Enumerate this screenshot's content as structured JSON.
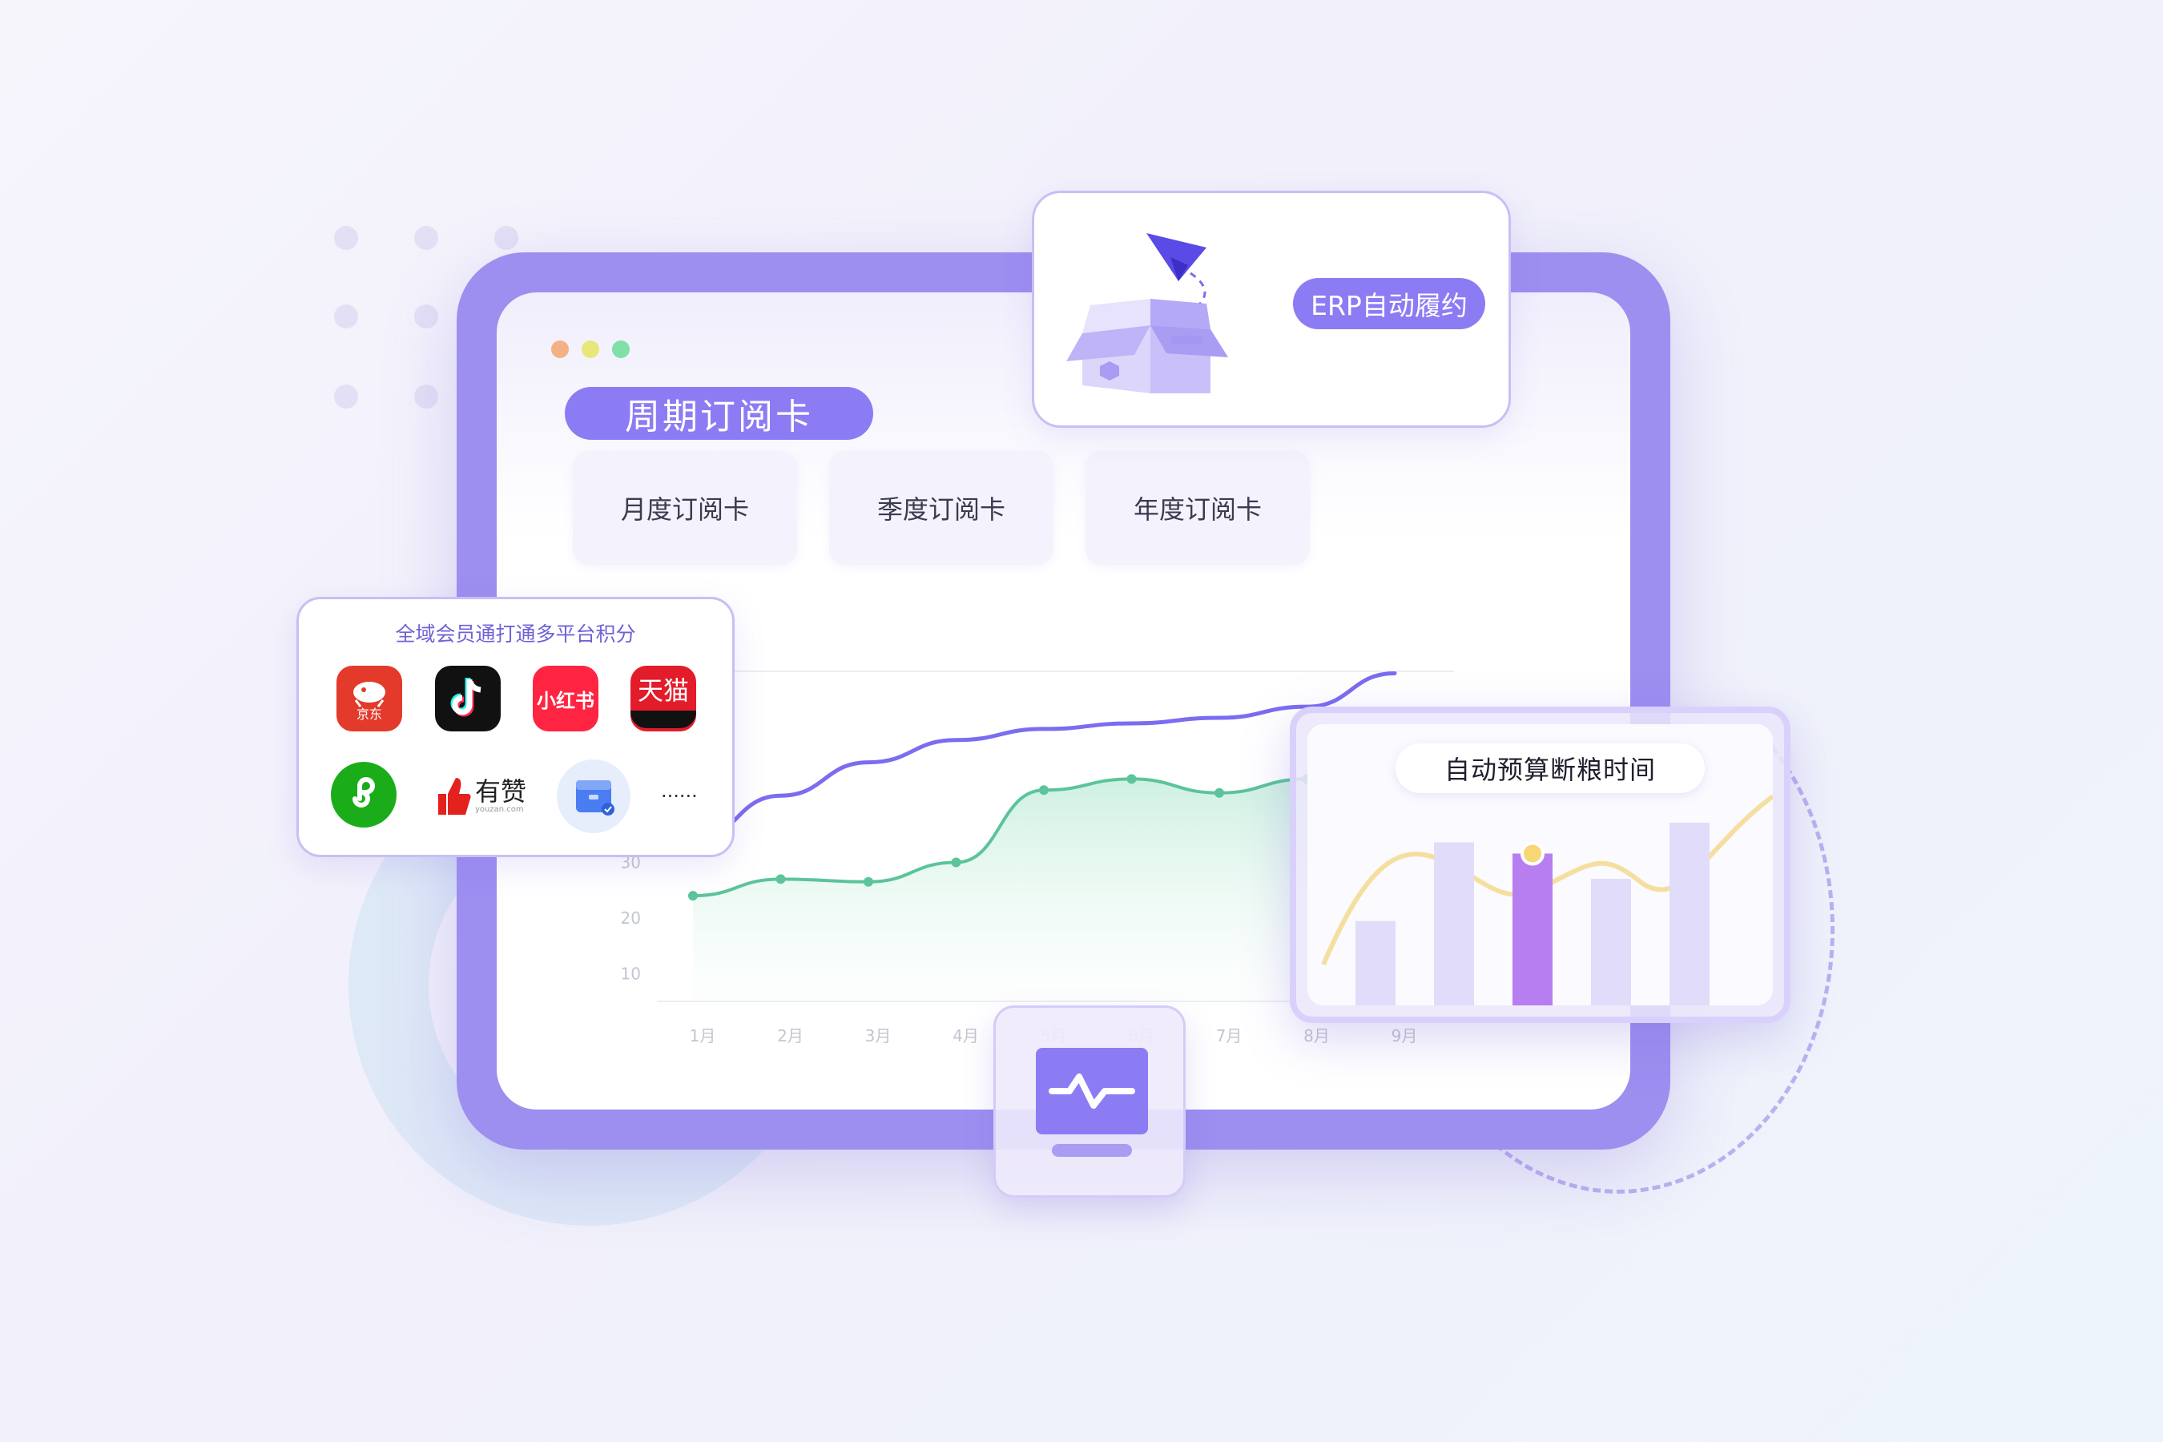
{
  "subscription": {
    "title": "周期订阅卡",
    "options": [
      {
        "label": "月度订阅卡"
      },
      {
        "label": "季度订阅卡"
      },
      {
        "label": "年度订阅卡"
      }
    ]
  },
  "erp": {
    "label": "ERP自动履约",
    "icon": "package-box-icon",
    "accent": "#8b7cf4"
  },
  "member": {
    "title": "全域会员通打通多平台积分",
    "platforms": [
      {
        "name": "京东",
        "icon": "jd-app-icon",
        "color": "#e33a2b"
      },
      {
        "name": "",
        "icon": "tiktok-app-icon",
        "color": "#111111"
      },
      {
        "name": "小红书",
        "icon": "xiaohongshu-app-icon",
        "color": "#ff2442"
      },
      {
        "name": "天猫",
        "icon": "tmall-app-icon",
        "color": "#e21c2a"
      },
      {
        "name": "",
        "icon": "mini-program-icon",
        "color": "#1aad19"
      },
      {
        "name": "有赞",
        "sub": "youzan.com",
        "icon": "youzan-logo-icon",
        "color": "#e3211d"
      },
      {
        "name": "",
        "icon": "store-box-icon",
        "color": "#4a7df2"
      }
    ],
    "more": "......"
  },
  "budget": {
    "label": "自动预算断粮时间"
  },
  "chart_data": {
    "type": "line",
    "categories": [
      "1月",
      "2月",
      "3月",
      "4月",
      "5月",
      "6月",
      "7月",
      "8月",
      "9月"
    ],
    "yticks": [
      10,
      20,
      30
    ],
    "series": [
      {
        "values": [
          24,
          27,
          26.5,
          30,
          43,
          45,
          42.5,
          45,
          47
        ],
        "color": "#5bc49a"
      },
      {
        "values": [
          34,
          42,
          48,
          52,
          54,
          55,
          56,
          58,
          64
        ],
        "color": "#7b6cf0"
      }
    ],
    "ylim": [
      5,
      72
    ]
  },
  "budget_chart": {
    "type": "bar",
    "values": [
      0.3,
      0.58,
      0.54,
      0.45,
      0.65
    ],
    "highlight_index": 2,
    "bar_color": "#e2dcfb",
    "highlight_color": "#b77ef0",
    "curve_color": "#f5dfa0"
  },
  "monitor": {
    "icon": "pulse-monitor-icon"
  }
}
